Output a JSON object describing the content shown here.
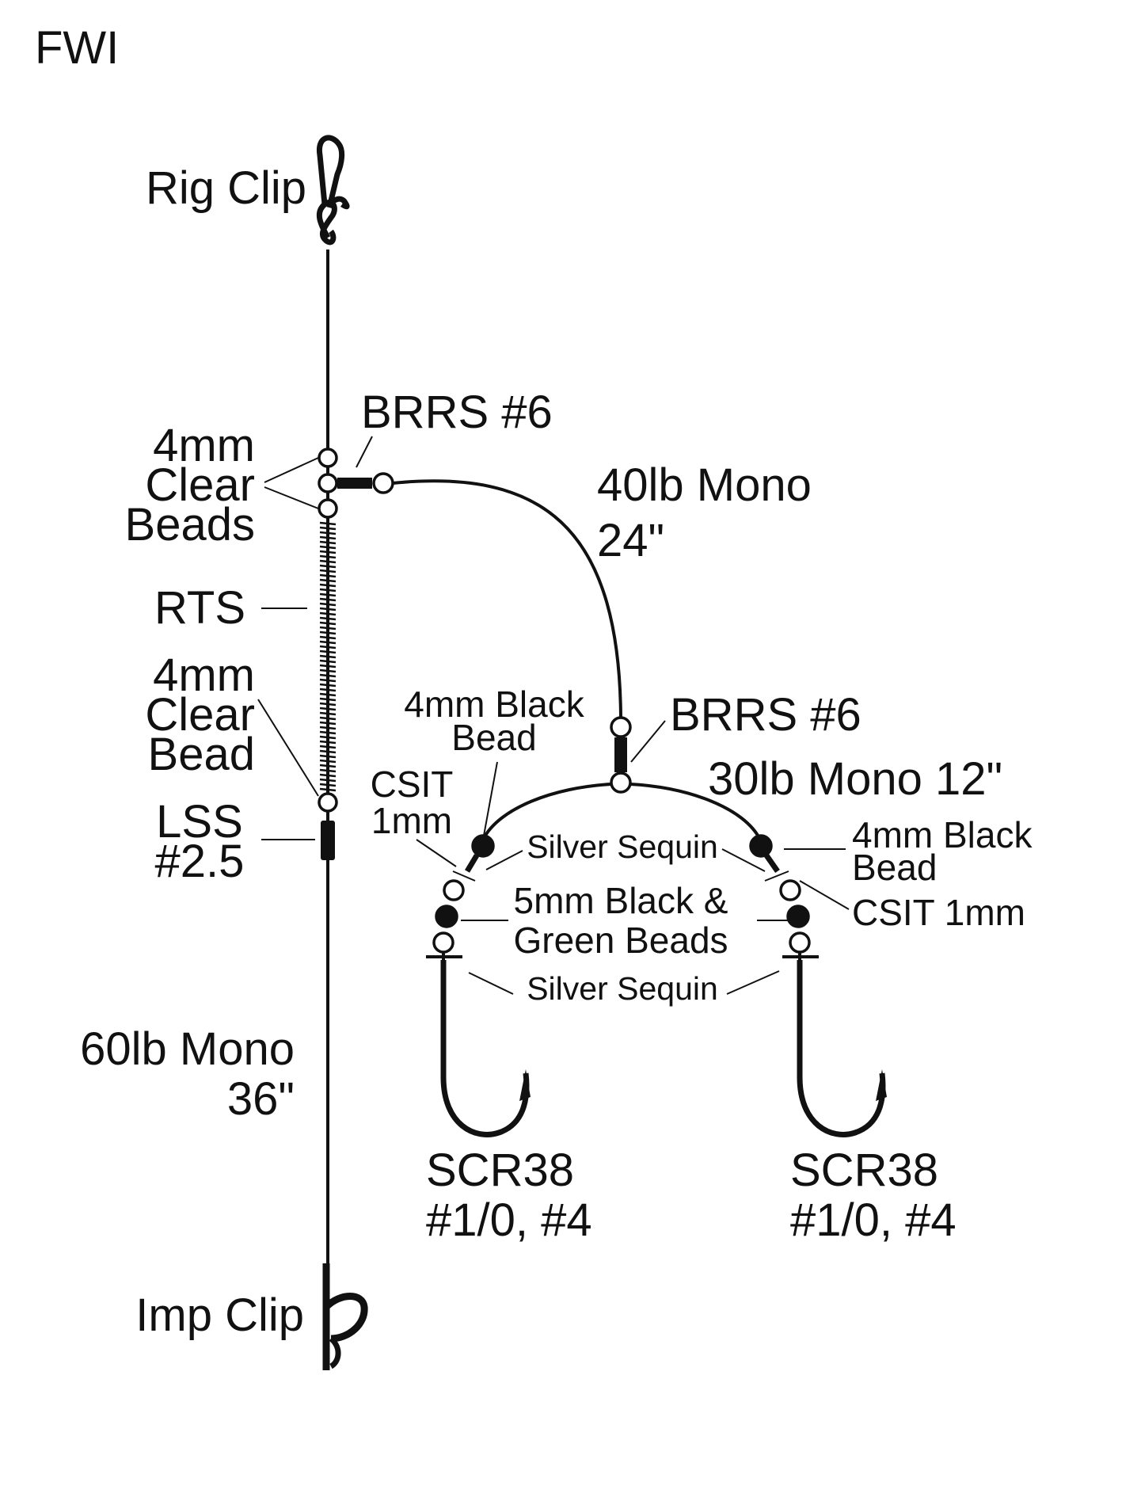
{
  "title": "FWI",
  "labels": {
    "rig_clip": "Rig Clip",
    "clear_beads": [
      "4mm",
      "Clear",
      "Beads"
    ],
    "brrs_top": "BRRS #6",
    "mono_40": [
      "40lb Mono",
      "24\""
    ],
    "rts": "RTS",
    "clear_bead": [
      "4mm",
      "Clear",
      "Bead"
    ],
    "lss": [
      "LSS",
      "#2.5"
    ],
    "black_bead_left": [
      "4mm Black",
      "Bead"
    ],
    "brrs_mid": "BRRS #6",
    "mono_30": "30lb Mono 12\"",
    "csit_left": [
      "CSIT",
      "1mm"
    ],
    "silver_sequin_top": "Silver Sequin",
    "black_bead_right": [
      "4mm Black",
      "Bead"
    ],
    "black_green_beads": [
      "5mm Black &",
      "Green Beads"
    ],
    "csit_right": "CSIT 1mm",
    "silver_sequin_bottom": "Silver Sequin",
    "mono_60": [
      "60lb Mono",
      "36\""
    ],
    "hook_left": [
      "SCR38",
      "#1/0, #4"
    ],
    "hook_right": [
      "SCR38",
      "#1/0, #4"
    ],
    "imp_clip": "Imp Clip"
  },
  "colors": {
    "ink": "#111111",
    "background": "#ffffff"
  },
  "icons": [
    "rig-clip-icon",
    "imp-clip-icon",
    "hook-icon",
    "bead-icon",
    "swivel-icon",
    "sleeve-icon",
    "spring-icon"
  ]
}
